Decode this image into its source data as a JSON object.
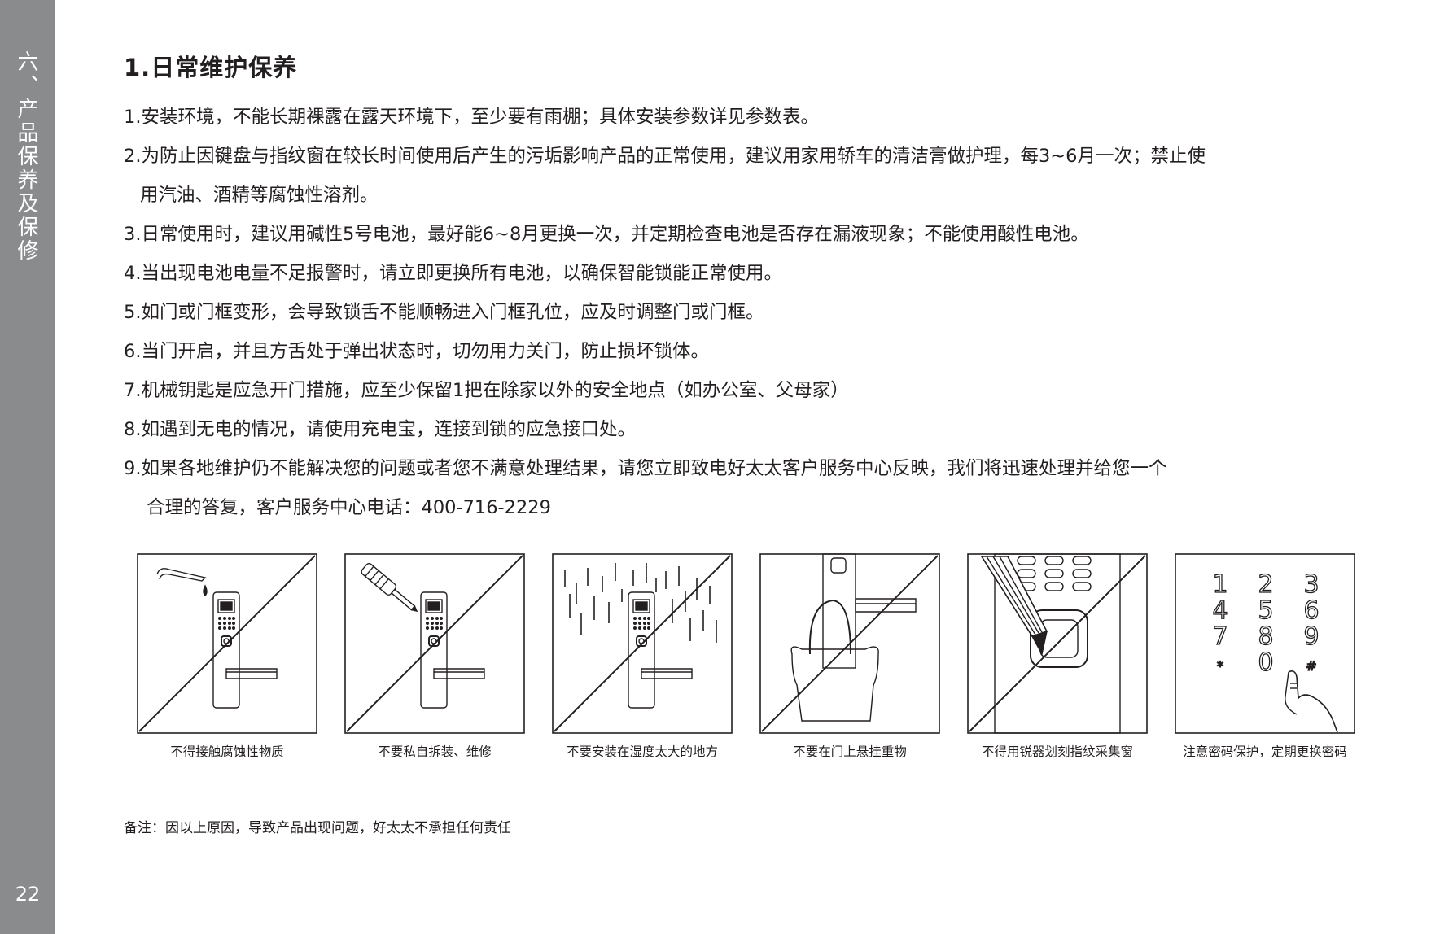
{
  "sidebar": {
    "section_title": "六、产品保养及保修",
    "page_number": "22"
  },
  "heading": "1.日常维护保养",
  "items": [
    {
      "lines": [
        "1.安装环境，不能长期裸露在露天环境下，至少要有雨棚；具体安装参数详见参数表。"
      ]
    },
    {
      "lines": [
        "2.为防止因键盘与指纹窗在较长时间使用后产生的污垢影响产品的正常使用，建议用家用轿车的清洁膏做护理，每3~6月一次；禁止使",
        "用汽油、酒精等腐蚀性溶剂。"
      ]
    },
    {
      "lines": [
        "3.日常使用时，建议用碱性5号电池，最好能6~8月更换一次，并定期检查电池是否存在漏液现象；不能使用酸性电池。"
      ]
    },
    {
      "lines": [
        "4.当出现电池电量不足报警时，请立即更换所有电池，以确保智能锁能正常使用。"
      ]
    },
    {
      "lines": [
        "5.如门或门框变形，会导致锁舌不能顺畅进入门框孔位，应及时调整门或门框。"
      ]
    },
    {
      "lines": [
        "6.当门开启，并且方舌处于弹出状态时，切勿用力关门，防止损坏锁体。"
      ]
    },
    {
      "lines": [
        "7.机械钥匙是应急开门措施，应至少保留1把在除家以外的安全地点（如办公室、父母家）"
      ]
    },
    {
      "lines": [
        "8.如遇到无电的情况，请使用充电宝，连接到锁的应急接口处。"
      ]
    },
    {
      "lines": [
        "9.如果各地维护仍不能解决您的问题或者您不满意处理结果，请您立即致电好太太客户服务中心反映，我们将迅速处理并给您一个",
        "合理的答复，客户服务中心电话：400-716-2229"
      ]
    }
  ],
  "warnings": [
    {
      "icon": "corrosive-liquid-icon",
      "caption": "不得接触腐蚀性物质"
    },
    {
      "icon": "screwdriver-icon",
      "caption": "不要私自拆装、维修"
    },
    {
      "icon": "rain-humidity-icon",
      "caption": "不要安装在湿度太大的地方"
    },
    {
      "icon": "hanging-bag-icon",
      "caption": "不要在门上悬挂重物"
    },
    {
      "icon": "fingerprint-scratch-icon",
      "caption": "不得用锐器划刻指纹采集窗"
    },
    {
      "icon": "keypad-password-icon",
      "caption": "注意密码保护，定期更换密码"
    }
  ],
  "keypad_digits": [
    "1",
    "2",
    "3",
    "4",
    "5",
    "6",
    "7",
    "8",
    "9",
    "*",
    "0",
    "#"
  ],
  "note": "备注：因以上原因，导致产品出现问题，好太太不承担任何责任"
}
